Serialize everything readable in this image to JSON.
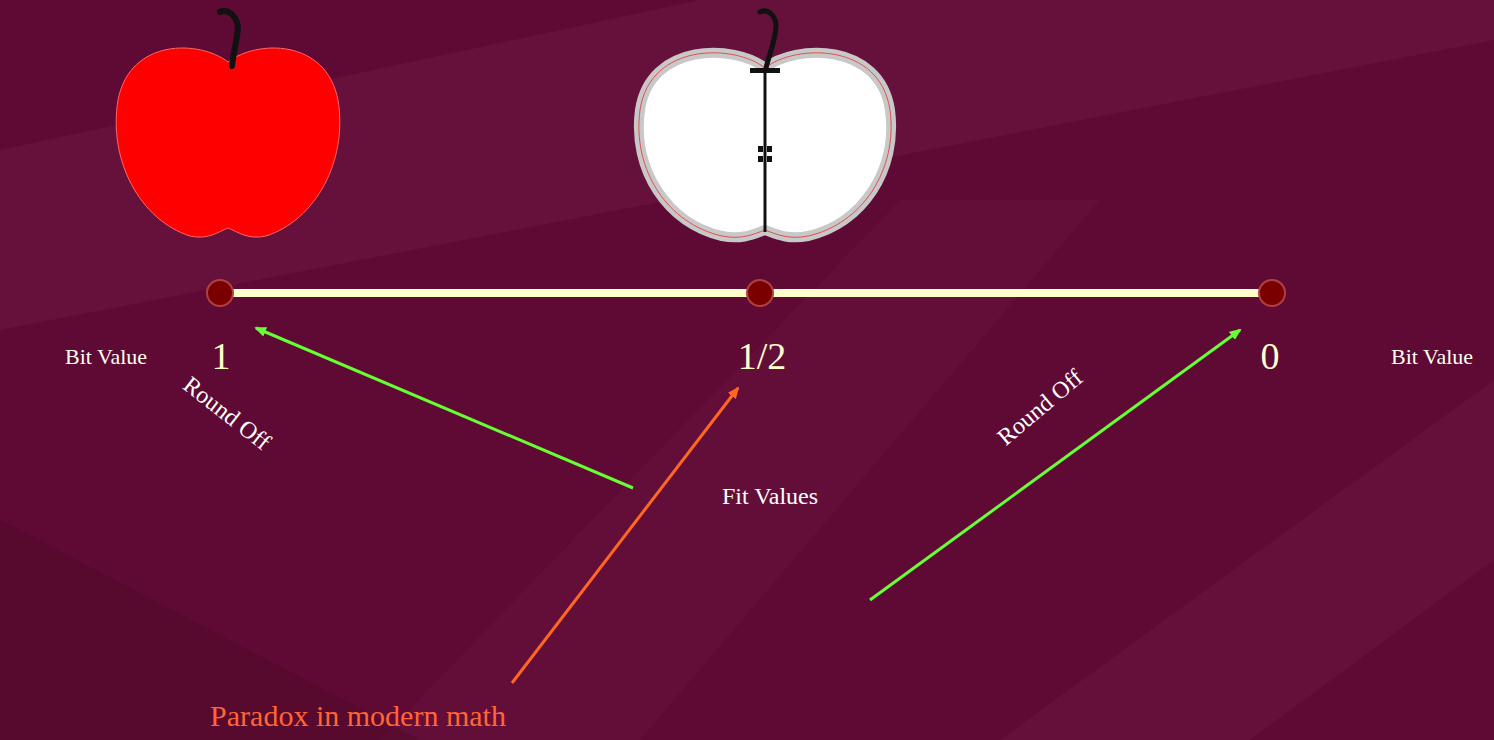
{
  "diagram": {
    "labels": [
      "Bit Value",
      "1",
      "1/2",
      "0",
      "Bit Value",
      "Round Off",
      "Round Off",
      "Fit Values",
      "Paradox in modern math"
    ]
  }
}
